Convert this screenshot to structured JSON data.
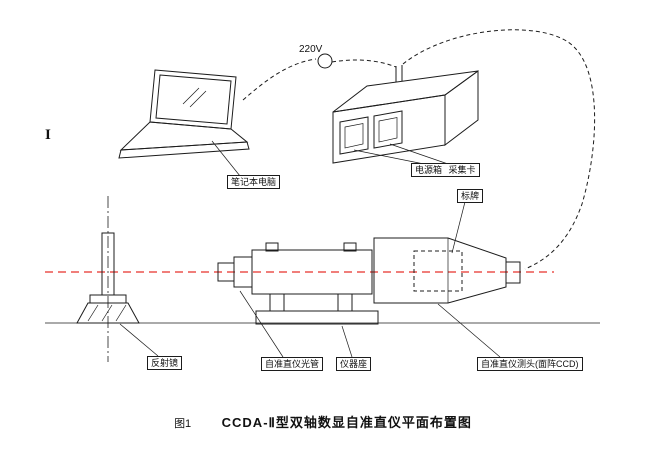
{
  "figure": {
    "voltage": "220V",
    "margin_mark": "I",
    "labels": {
      "laptop": "笔记本电脑",
      "power_box": "电源箱",
      "capture_card": "采集卡",
      "nameplate": "标牌",
      "reflector": "反射镜",
      "collimator_tube": "自准直仪光管",
      "instrument_base": "仪器座",
      "collimator_head": "自准直仪测头(面阵CCD)"
    },
    "caption": {
      "number": "图1",
      "title": "CCDA-Ⅱ型双轴数显自准直仪平面布置图"
    },
    "colors": {
      "ink": "#1c1c1c",
      "axis_red": "#e8302a"
    }
  }
}
